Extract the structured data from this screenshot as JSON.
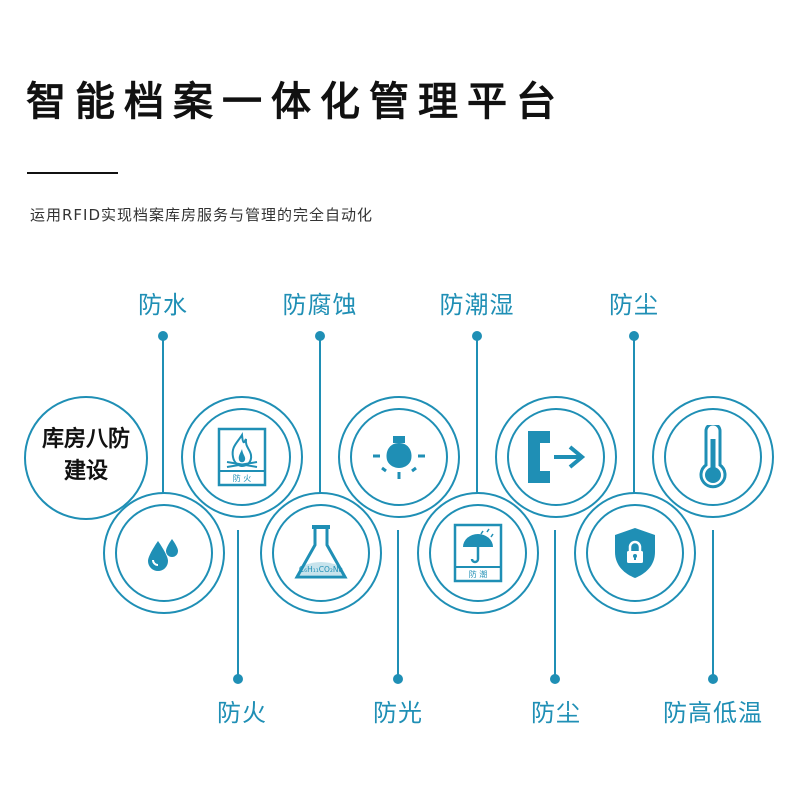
{
  "header": {
    "title": "智能档案一体化管理平台",
    "subtitle": "运用RFID实现档案库房服务与管理的完全自动化"
  },
  "intro": {
    "line1": "库房八防",
    "line2": "建设"
  },
  "top_labels": [
    "防水",
    "防腐蚀",
    "防潮湿",
    "防尘"
  ],
  "bottom_labels": [
    "防火",
    "防光",
    "防尘",
    "防高低温"
  ],
  "icons": {
    "fire_sign_text": "防 火",
    "humidity_sign_text": "防 潮",
    "flask_formula": "C₆H₁₁CO₂Na"
  },
  "colors": {
    "accent": "#1f8fb5",
    "text": "#111111"
  }
}
